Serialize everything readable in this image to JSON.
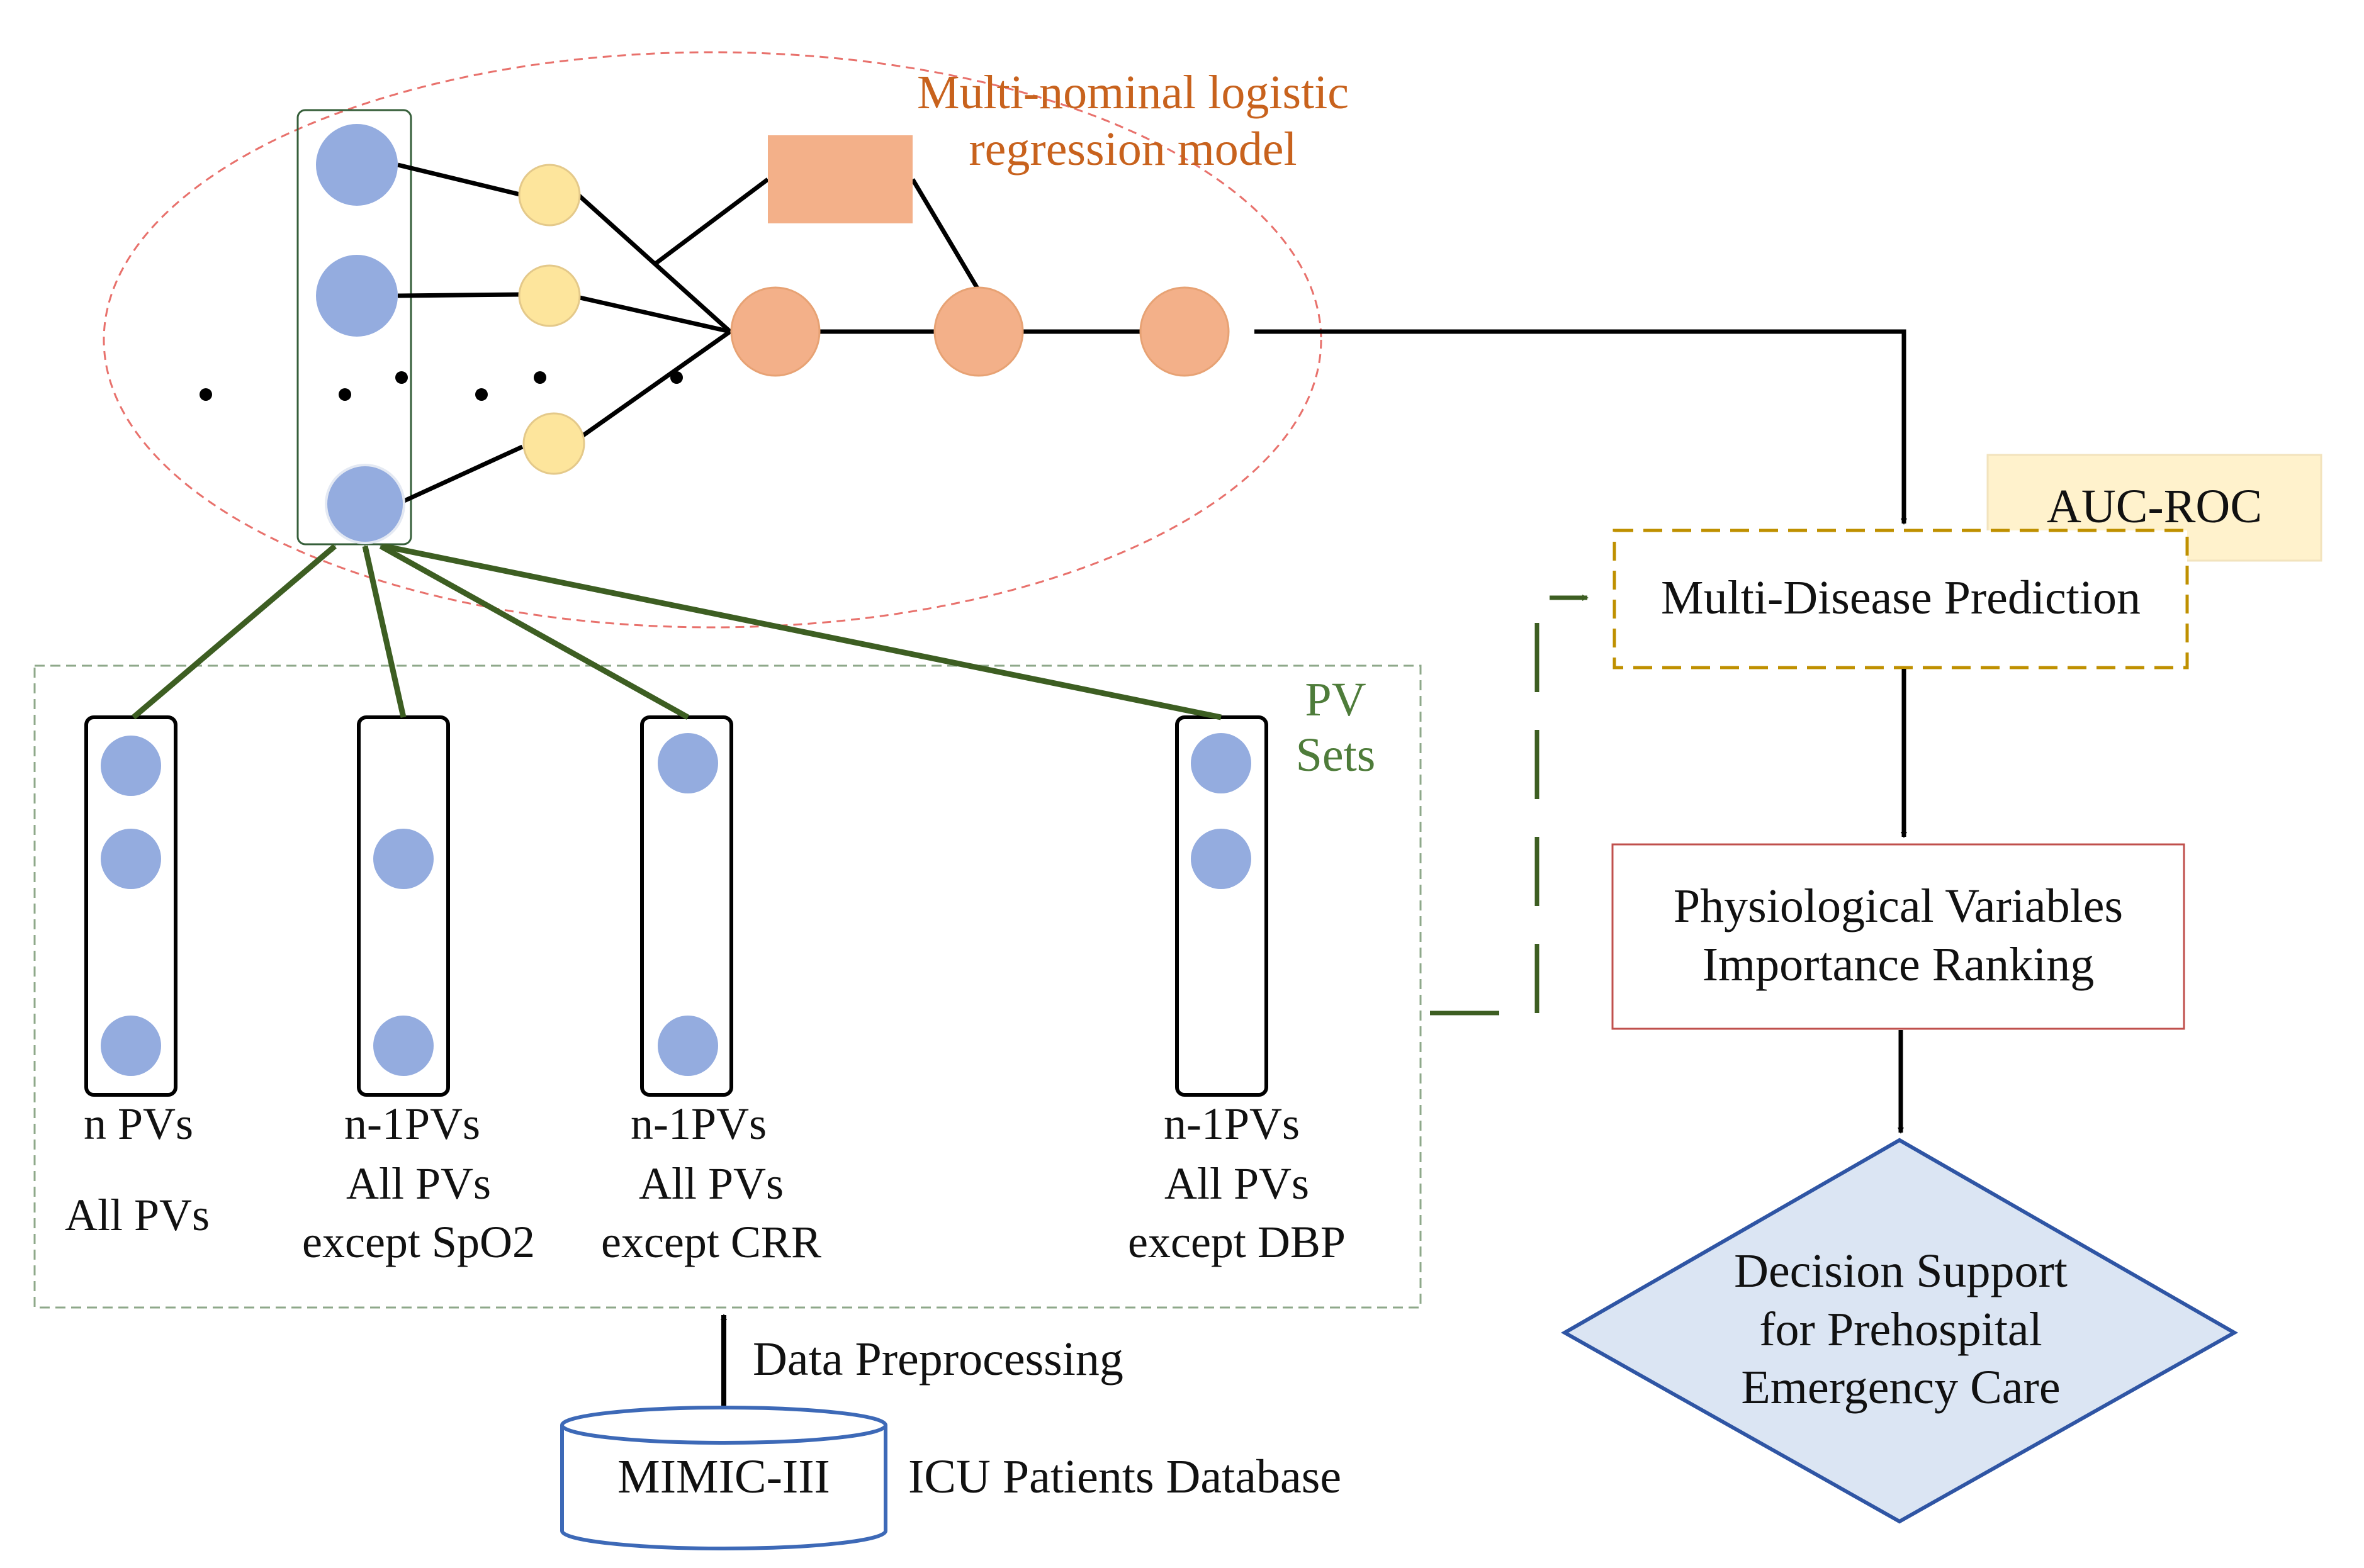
{
  "model": {
    "title_line1": "Multi-nominal logistic",
    "title_line2": "regression model"
  },
  "pv_sets": {
    "title_line1": "PV",
    "title_line2": "Sets",
    "columns": [
      {
        "count": "n PVs",
        "desc_line1": "All PVs",
        "desc_line2": ""
      },
      {
        "count": "n-1PVs",
        "desc_line1": "All PVs",
        "desc_line2": "except SpO2"
      },
      {
        "count": "n-1PVs",
        "desc_line1": "All PVs",
        "desc_line2": "except CRR"
      },
      {
        "count": "n-1PVs",
        "desc_line1": "All PVs",
        "desc_line2": "except DBP"
      }
    ]
  },
  "pipeline": {
    "auc_roc": "AUC-ROC",
    "prediction": "Multi-Disease Prediction",
    "ranking_line1": "Physiological Variables",
    "ranking_line2": "Importance Ranking",
    "decision_line1": "Decision Support",
    "decision_line2": "for Prehospital",
    "decision_line3": "Emergency Care"
  },
  "database": {
    "name": "MIMIC-III",
    "description": "ICU Patients Database",
    "preprocessing": "Data Preprocessing"
  },
  "colors": {
    "input_node": "#94acdf",
    "hidden_node": "#fde59c",
    "output_node": "#f3b089",
    "model_ellipse": "#e8716c",
    "pv_border": "#8ea88a",
    "pv_text": "#4e7c3a",
    "arrow_green": "#3d5e22",
    "model_title": "#c8621d",
    "auc_fill": "#fff2cc",
    "prediction_border": "#bf9000",
    "ranking_border": "#c0504d",
    "decision_border": "#2f55a4",
    "decision_fill": "#dbe5f3",
    "database_border": "#3d69b7"
  }
}
